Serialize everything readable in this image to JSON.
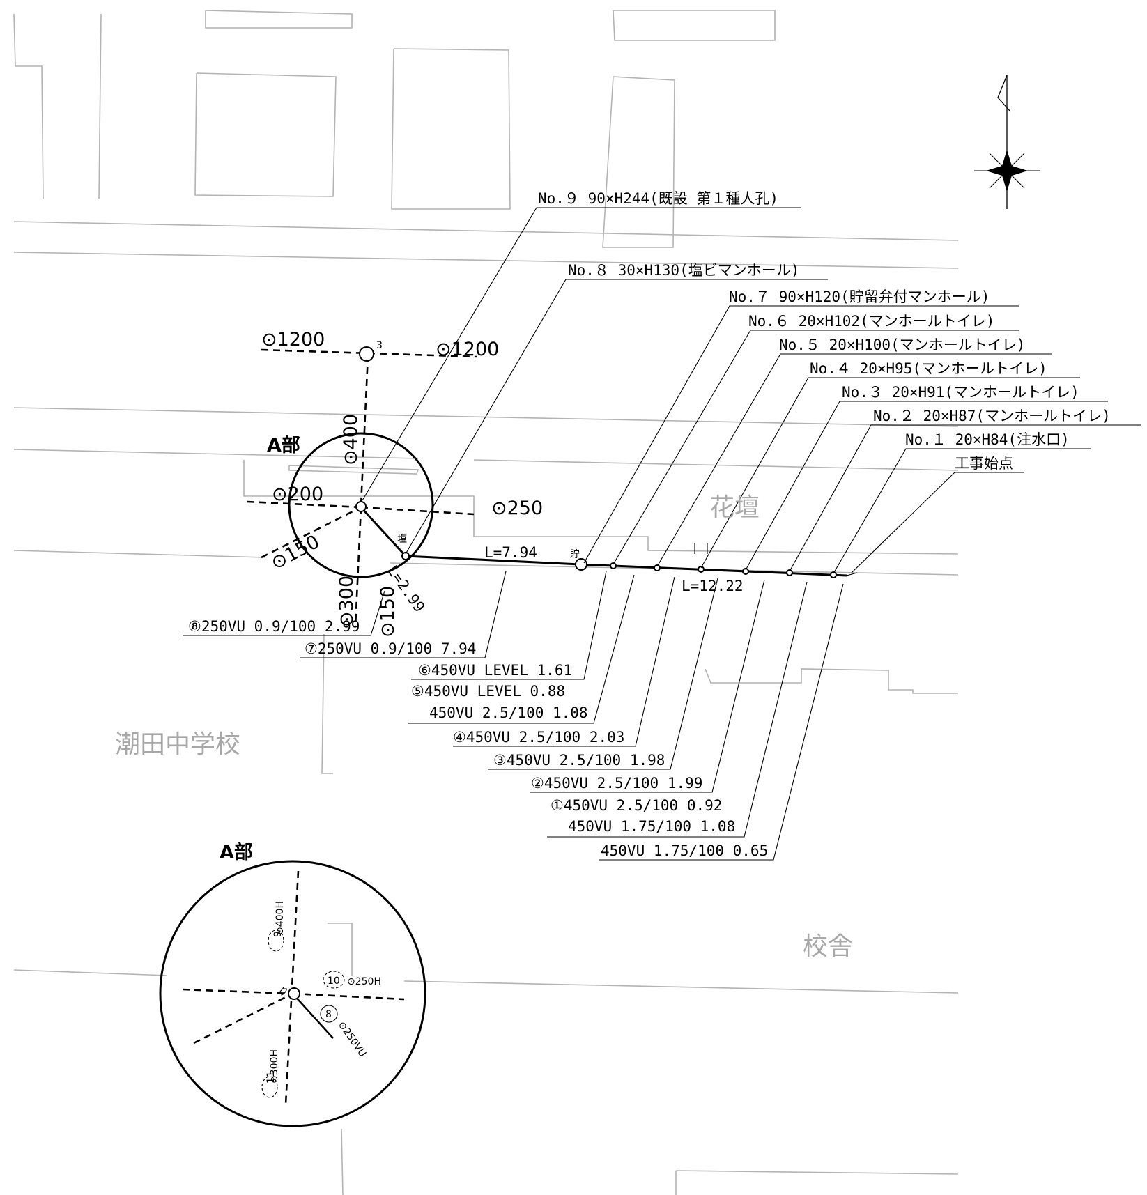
{
  "structures": [
    {
      "label": "No.９ 90×H244(既設 第１種人孔)"
    },
    {
      "label": "No.８ 30×H130(塩ビマンホール)"
    },
    {
      "label": "No.７ 90×H120(貯留弁付マンホール)"
    },
    {
      "label": "No.６ 20×H102(マンホールトイレ)"
    },
    {
      "label": "No.５ 20×H100(マンホールトイレ)"
    },
    {
      "label": "No.４ 20×H95(マンホールトイレ)"
    },
    {
      "label": "No.３ 20×H91(マンホールトイレ)"
    },
    {
      "label": "No.２ 20×H87(マンホールトイレ)"
    },
    {
      "label": "No.１ 20×H84(注水口)"
    },
    {
      "label": "工事始点"
    }
  ],
  "pipes": [
    {
      "label": "⑧250VU 0.9/100 2.99"
    },
    {
      "label": "⑦250VU 0.9/100 7.94"
    },
    {
      "label": "⑥450VU LEVEL 1.61"
    },
    {
      "label": "⑤450VU LEVEL 0.88"
    },
    {
      "label": "450VU 2.5/100 1.08"
    },
    {
      "label": "④450VU 2.5/100 2.03"
    },
    {
      "label": "③450VU 2.5/100 1.98"
    },
    {
      "label": "②450VU 2.5/100 1.99"
    },
    {
      "label": "①450VU 2.5/100 0.92"
    },
    {
      "label": "450VU 1.75/100 1.08"
    },
    {
      "label": "450VU 1.75/100 0.65"
    }
  ],
  "dimensions": {
    "l_794": "L=7.94",
    "l_1222": "L=12.22",
    "l_299": "L=2.99",
    "d1200_left": "⊙1200",
    "d1200_right": "⊙1200",
    "d400": "⊙400",
    "d200": "⊙200",
    "d250": "⊙250",
    "d150_left": "⊙150",
    "d300": "⊙300",
    "d150_right": "⊙150"
  },
  "small_marks": {
    "shio": "塩",
    "choryu": "貯",
    "three": "3",
    "ku": "ク"
  },
  "section_title_top": "A部",
  "section_title_detail": "A部",
  "places": {
    "hanadan": "花壇",
    "school": "潮田中学校",
    "kosha": "校舎"
  },
  "detail": {
    "n9": "9",
    "n9_label": "⊙400H",
    "n10": "10",
    "n10_label": "⊙250H",
    "n8": "8",
    "n8_label": "⊙250VU",
    "n11": "11",
    "n11_label": "⊙300H"
  }
}
